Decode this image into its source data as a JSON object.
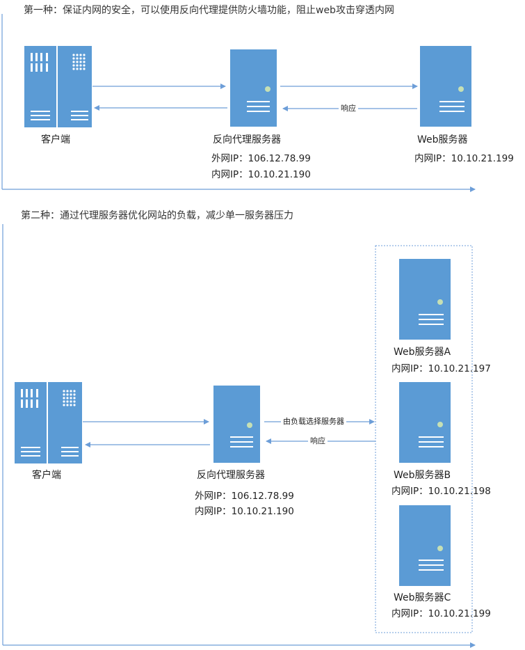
{
  "section1": {
    "title": "第一种：保证内网的安全，可以使用反向代理提供防火墙功能，阻止web攻击穿透内网",
    "client_label": "客户端",
    "proxy_label": "反向代理服务器",
    "proxy_ext_ip": "外网IP：106.12.78.99",
    "proxy_int_ip": "内网IP：10.10.21.190",
    "web_label": "Web服务器",
    "web_ip": "内网IP：10.10.21.199",
    "response_label": "响应"
  },
  "section2": {
    "title": "第二种：通过代理服务器优化网站的负载，减少单一服务器压力",
    "client_label": "客户端",
    "proxy_label": "反向代理服务器",
    "proxy_ext_ip": "外网IP：106.12.78.99",
    "proxy_int_ip": "内网IP：10.10.21.190",
    "load_label": "由负载选择服务器",
    "response_label": "响应",
    "servers": [
      {
        "label": "Web服务器A",
        "ip": "内网IP：10.10.21.197"
      },
      {
        "label": "Web服务器B",
        "ip": "内网IP：10.10.21.198"
      },
      {
        "label": "Web服务器C",
        "ip": "内网IP：10.10.21.199"
      }
    ]
  },
  "colors": {
    "server_fill": "#5b9bd5",
    "arrow": "#6d9ed8",
    "led": "#c6e0b4",
    "border_dotted": "#6d9ed8"
  }
}
